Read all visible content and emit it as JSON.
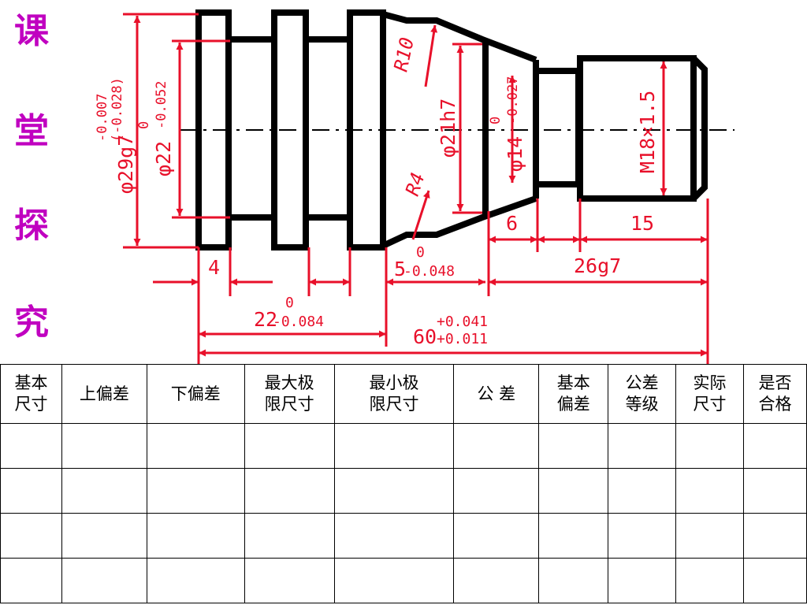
{
  "title_chars": [
    "课",
    "堂",
    "探",
    "究"
  ],
  "drawing": {
    "dim_phi29": "φ29g7",
    "dim_phi29_tol_upper": "-0.007",
    "dim_phi29_tol_lower": "(-0.028)",
    "dim_phi22": "φ22",
    "dim_phi22_tol_upper": "0",
    "dim_phi22_tol_lower": "-0.052",
    "dim_r10": "R10",
    "dim_r4": "R4",
    "dim_phi21": "φ21h7",
    "dim_phi14": "φ14",
    "dim_phi14_tol_upper": "0",
    "dim_phi14_tol_lower": "-0.027",
    "dim_m18": "M18×1.5",
    "dim_4": "4",
    "dim_6": "6",
    "dim_15": "15",
    "dim_5": "5",
    "dim_5_tol_upper": "0",
    "dim_5_tol_lower": "-0.048",
    "dim_26g7": "26g7",
    "dim_22": "22",
    "dim_22_tol_upper": "0",
    "dim_22_tol_lower": "-0.084",
    "dim_60": "60",
    "dim_60_tol_upper": "+0.041",
    "dim_60_tol_lower": "+0.011"
  },
  "table": {
    "headers": [
      "基本\n尺寸",
      "上偏差",
      "下偏差",
      "最大极\n限尺寸",
      "最小极\n限尺寸",
      "公  差",
      "基本\n偏差",
      "公差\n等级",
      "实际\n尺寸",
      "是否\n合格"
    ],
    "rows": [
      [
        "",
        "",
        "",
        "",
        "",
        "",
        "",
        "",
        "",
        ""
      ],
      [
        "",
        "",
        "",
        "",
        "",
        "",
        "",
        "",
        "",
        ""
      ],
      [
        "",
        "",
        "",
        "",
        "",
        "",
        "",
        "",
        "",
        ""
      ],
      [
        "",
        "",
        "",
        "",
        "",
        "",
        "",
        "",
        "",
        ""
      ]
    ]
  },
  "colors": {
    "title": "#c000c0",
    "dimension": "#e8102a",
    "outline": "#000000"
  }
}
